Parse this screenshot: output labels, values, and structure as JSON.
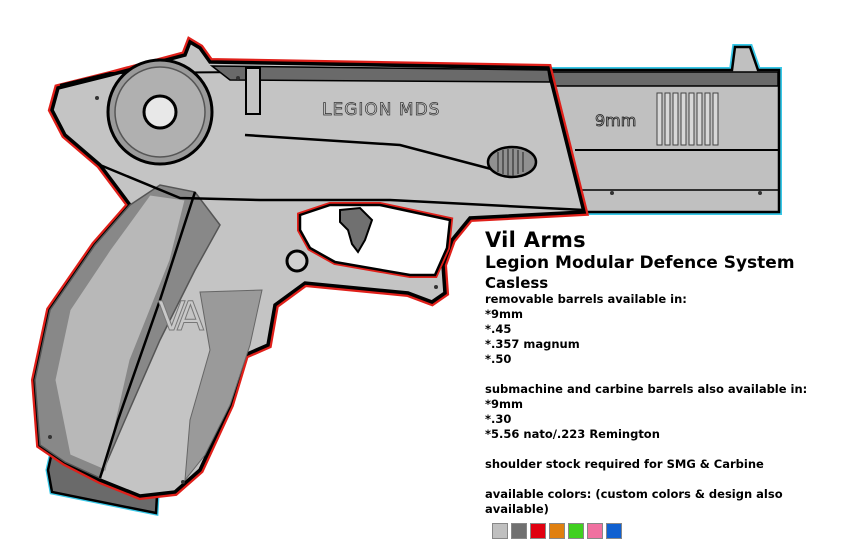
{
  "pistol": {
    "slide_engraving": "LEGION MDS",
    "barrel_engraving": "9mm",
    "grip_logo": "VA",
    "outline_colors": {
      "frame": "#e0201a",
      "barrel": "#38c8e8"
    }
  },
  "info": {
    "brand": "Vil Arms",
    "model": "Legion Modular Defence System",
    "type": "Casless",
    "removable_heading": "removable barrels available in:",
    "removable_calibers": [
      "*9mm",
      "*.45",
      "*.357 magnum",
      "*.50"
    ],
    "smg_heading": "submachine and carbine barrels also available in:",
    "smg_calibers": [
      "*9mm",
      "*.30",
      "*5.56 nato/.223 Remington"
    ],
    "stock_note": "shoulder stock required for SMG & Carbine",
    "colors_heading": "available colors: (custom colors & design also available)",
    "color_swatches": [
      "#c0c0c0",
      "#707070",
      "#e00010",
      "#e08010",
      "#40d020",
      "#f070a0",
      "#1060d0"
    ]
  }
}
